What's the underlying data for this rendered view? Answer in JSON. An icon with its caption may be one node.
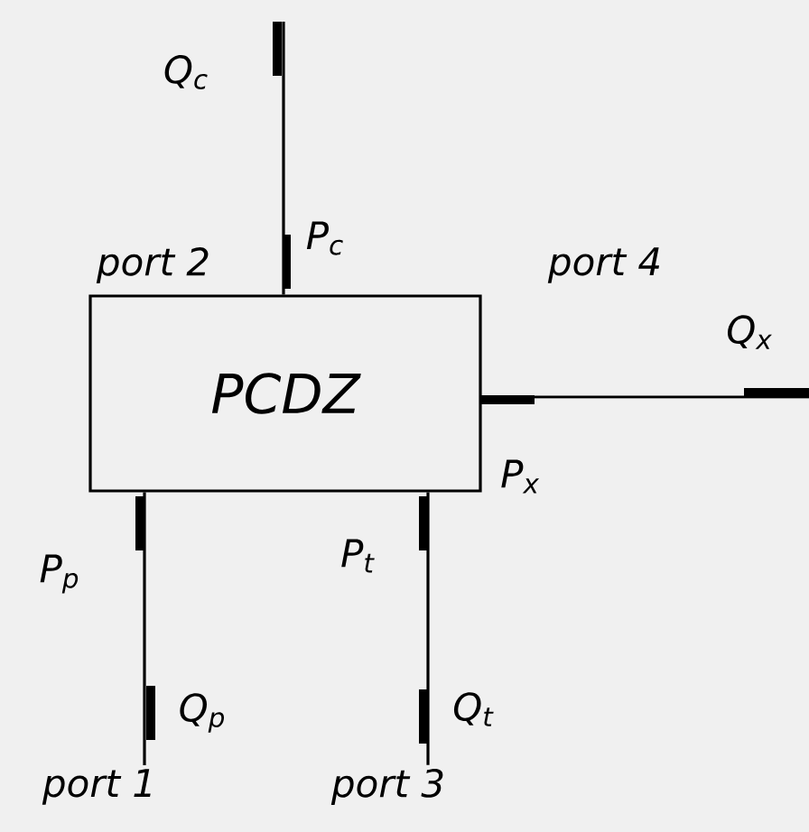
{
  "diagram": {
    "nodes": [
      {
        "text": [
          "PCDZ"
        ]
      },
      {
        "text": [
          "port 1"
        ]
      },
      {
        "text": [
          "port 3"
        ]
      }
    ],
    "edges": [
      {
        "from": null,
        "to": 0,
        "arrow": "other"
      },
      {
        "from": 0,
        "to": null,
        "arrow": "other"
      },
      {
        "from": 1,
        "to": 0,
        "arrow": "other"
      },
      {
        "from": 2,
        "to": 0,
        "arrow": "other"
      }
    ],
    "labels": [
      "Q$_{c}$",
      "port 2",
      "P$_{c}$",
      "port 4",
      "Q$_{x}$",
      "P$_{x}$",
      "P$_{p}$",
      "P$_{t}$",
      "Q$_{p}$",
      "Q$_{t}$"
    ]
  }
}
